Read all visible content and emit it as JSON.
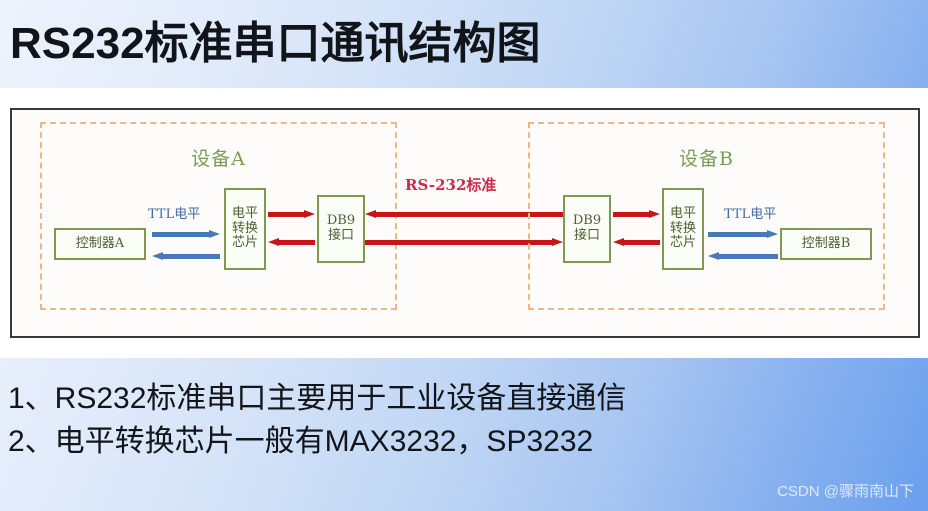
{
  "slide": {
    "title": "RS232标准串口通讯结构图",
    "watermark": "CSDN @骤雨南山下",
    "accent_blue": "#4a79b5",
    "accent_red": "#c6161a",
    "accent_green": "#7f9a4e",
    "device_border": "#e9b88c"
  },
  "diagram": {
    "device_a": {
      "title": "设备A",
      "controller": "控制器A",
      "converter_lines": [
        "电平",
        "转换",
        "芯片"
      ],
      "db9_lines": [
        "DB9",
        "接口"
      ],
      "ttl_label": "TTL电平"
    },
    "device_b": {
      "title": "设备B",
      "controller": "控制器B",
      "converter_lines": [
        "电平",
        "转换",
        "芯片"
      ],
      "db9_lines": [
        "DB9",
        "接口"
      ],
      "ttl_label": "TTL电平"
    },
    "link_label": "RS-232标准"
  },
  "bullets": [
    "1、RS232标准串口主要用于工业设备直接通信",
    "2、电平转换芯片一般有MAX3232，SP3232"
  ]
}
